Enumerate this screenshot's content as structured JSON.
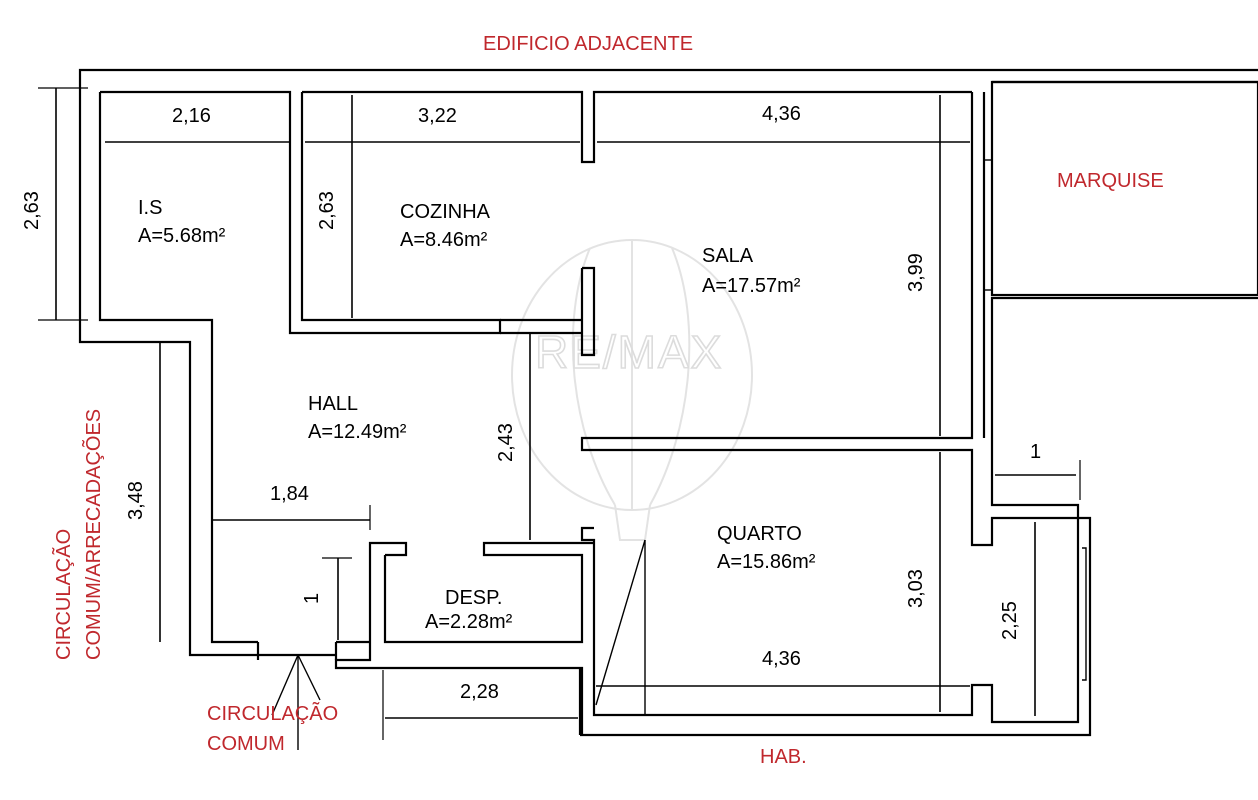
{
  "labels": {
    "top_building": "EDIFICIO ADJACENTE",
    "marquise": "MARQUISE",
    "circulation_side_1": "CIRCULAÇÃO",
    "circulation_side_2": "COMUM/ARRECADAÇÕES",
    "circulation_bottom_1": "CIRCULAÇÃO",
    "circulation_bottom_2": "COMUM",
    "hab": "HAB."
  },
  "rooms": {
    "is_name": "I.S",
    "is_area": "A=5.68m²",
    "cozinha_name": "COZINHA",
    "cozinha_area": "A=8.46m²",
    "sala_name": "SALA",
    "sala_area": "A=17.57m²",
    "hall_name": "HALL",
    "hall_area": "A=12.49m²",
    "quarto_name": "QUARTO",
    "quarto_area": "A=15.86m²",
    "desp_name": "DESP.",
    "desp_area": "A=2.28m²"
  },
  "dimensions": {
    "is_width": "2,16",
    "cozinha_width": "3,22",
    "sala_width": "4,36",
    "left_height": "2,63",
    "cozinha_height": "2,63",
    "sala_height": "3,99",
    "hall_height": "3,48",
    "hall_segment": "2,43",
    "hall_width": "1,84",
    "door_width": "1",
    "quarto_height": "3,03",
    "quarto_width": "4,36",
    "varanda_width": "1",
    "varanda_height": "2,25",
    "desp_width": "2,28"
  },
  "watermark": {
    "brand": "RE/MAX"
  },
  "colors": {
    "label_red": "#c0282d"
  }
}
